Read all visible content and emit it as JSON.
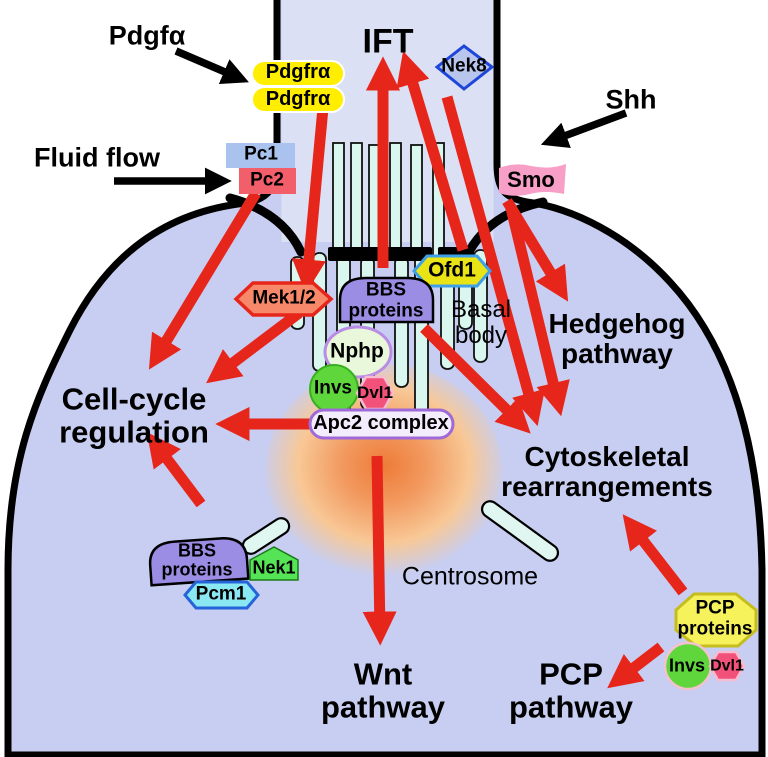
{
  "figure": {
    "title": "Primary cilium signalling pathways diagram",
    "ligands": {
      "pdgf_alpha": "Pdgfα",
      "fluid_flow": "Fluid flow",
      "shh": "Shh"
    },
    "pathways": {
      "ift": "IFT",
      "hedgehog": "Hedgehog\npathway",
      "cell_cycle": "Cell-cycle\nregulation",
      "cytoskeletal": "Cytoskeletal\nrearrangements",
      "wnt": "Wnt\npathway",
      "pcp": "PCP\npathway"
    },
    "structures": {
      "basal_body": "Basal\nbody",
      "centrosome": "Centrosome"
    },
    "proteins": {
      "pdgfra_top": "Pdgfrα",
      "pdgfra_bottom": "Pdgfrα",
      "pc1": "Pc1",
      "pc2": "Pc2",
      "nek8": "Nek8",
      "smo": "Smo",
      "ofd1": "Ofd1",
      "mek12": "Mek1/2",
      "bbs_basal": "BBS\nproteins",
      "nphp": "Nphp",
      "invs_centrosome": "Invs",
      "dvl1_centrosome": "Dvl1",
      "apc2": "Apc2 complex",
      "bbs_cell": "BBS\nproteins",
      "nek1": "Nek1",
      "pcm1": "Pcm1",
      "pcp_proteins": "PCP\nproteins",
      "invs_pcp": "Invs",
      "dvl1_pcp": "Dvl1"
    },
    "colors": {
      "cell_fill": "#c8cef1",
      "cilium_fill": "#dce0f4",
      "membrane": "#000000",
      "signal_arrow": "#e7261b",
      "input_arrow": "#000000",
      "microtubule": "#d9f6ef",
      "pdgfra": "#ffee00",
      "pc1": "#a9c3ee",
      "pc2": "#f25f6b",
      "nek8_fill": "#b8c6ee",
      "nek8_border": "#1e46d8",
      "smo": "#f79fc7",
      "ofd1_fill": "#e9e416",
      "ofd1_border": "#3f9fe8",
      "mek_fill": "#f8886a",
      "bbs_fill": "#9b8ce4",
      "nphp_fill": "#e9f8da",
      "nphp_border": "#bb8ce4",
      "invs_fill": "#5fd63c",
      "dvl1_fill": "#f2527a",
      "apc2_fill": "#f3ecfc",
      "apc2_border": "#9f6ad8",
      "centrosome_core": "#ee7b38",
      "nek1_fill": "#55e455",
      "pcm1_fill": "#8ae8f2",
      "pcp_fill": "#f6f25c"
    }
  }
}
